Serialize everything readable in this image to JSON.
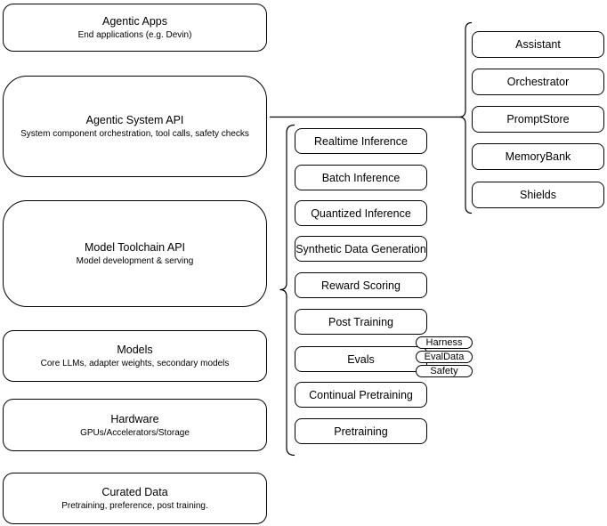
{
  "colors": {
    "border": "#000000",
    "fill": "#ffffff",
    "background": "#ffffff",
    "text": "#000000"
  },
  "left_column": {
    "boxes": [
      {
        "title": "Agentic Apps",
        "subtitle": "End applications (e.g. Devin)"
      },
      {
        "title": "Agentic System API",
        "subtitle": "System component orchestration, tool calls, safety checks"
      },
      {
        "title": "Model Toolchain API",
        "subtitle": "Model development & serving"
      },
      {
        "title": "Models",
        "subtitle": "Core LLMs, adapter weights, secondary models"
      },
      {
        "title": "Hardware",
        "subtitle": "GPUs/Accelerators/Storage"
      },
      {
        "title": "Curated Data",
        "subtitle": "Pretraining, preference, post training."
      }
    ]
  },
  "toolchain_group": {
    "boxes": [
      {
        "label": "Realtime Inference"
      },
      {
        "label": "Batch Inference"
      },
      {
        "label": "Quantized Inference"
      },
      {
        "label": "Synthetic Data Generation"
      },
      {
        "label": "Reward Scoring"
      },
      {
        "label": "Post Training"
      },
      {
        "label": "Evals"
      },
      {
        "label": "Continual Pretraining"
      },
      {
        "label": "Pretraining"
      }
    ],
    "eval_pills": [
      {
        "label": "Harness"
      },
      {
        "label": "EvalData"
      },
      {
        "label": "Safety"
      }
    ]
  },
  "system_group": {
    "boxes": [
      {
        "label": "Assistant"
      },
      {
        "label": "Orchestrator"
      },
      {
        "label": "PromptStore"
      },
      {
        "label": "MemoryBank"
      },
      {
        "label": "Shields"
      }
    ]
  }
}
